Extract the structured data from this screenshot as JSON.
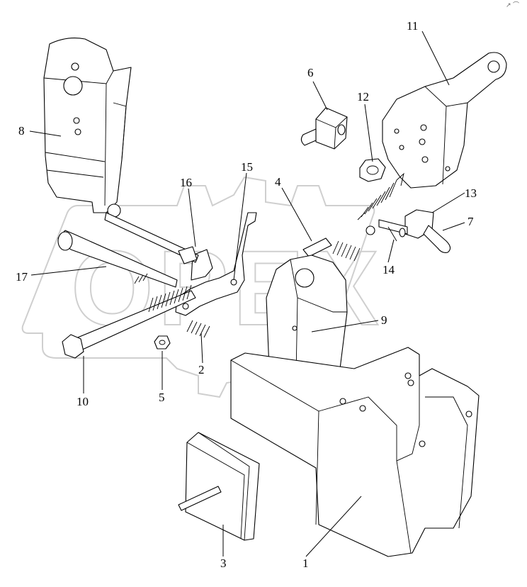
{
  "diagram": {
    "labels": [
      {
        "id": "1",
        "text": "1"
      },
      {
        "id": "2",
        "text": "2"
      },
      {
        "id": "3",
        "text": "3"
      },
      {
        "id": "4",
        "text": "4"
      },
      {
        "id": "5",
        "text": "5"
      },
      {
        "id": "6",
        "text": "6"
      },
      {
        "id": "7",
        "text": "7"
      },
      {
        "id": "8",
        "text": "8"
      },
      {
        "id": "9",
        "text": "9"
      },
      {
        "id": "10",
        "text": "10"
      },
      {
        "id": "11",
        "text": "11"
      },
      {
        "id": "12",
        "text": "12"
      },
      {
        "id": "13",
        "text": "13"
      },
      {
        "id": "14",
        "text": "14"
      },
      {
        "id": "15",
        "text": "15"
      },
      {
        "id": "16",
        "text": "16"
      },
      {
        "id": "17",
        "text": "17"
      }
    ],
    "watermark": "OPEX",
    "corner_mark": "↗ ⌒"
  }
}
